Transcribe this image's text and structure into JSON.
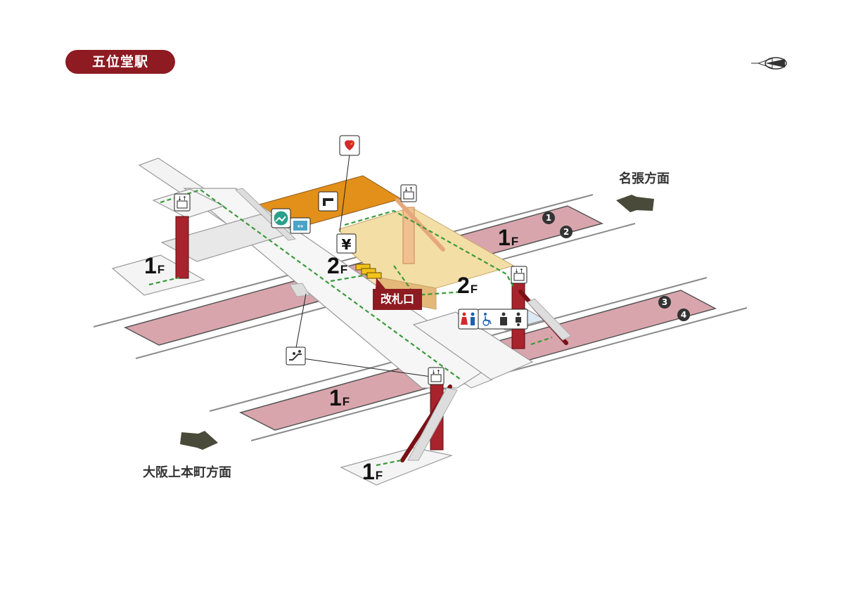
{
  "station_name": "五位堂駅",
  "directions": {
    "east": "名張方面",
    "west": "大阪上本町方面"
  },
  "floors": {
    "ground_number": "1",
    "upper_number": "2",
    "suffix": "F"
  },
  "gate_label": "改札口",
  "platform_tracks": [
    "1",
    "2",
    "3",
    "4"
  ],
  "icons": [
    "compass-icon",
    "aed-icon",
    "shop-icon",
    "exchange-icon",
    "transfer-sign-icon",
    "atm-yen-icon",
    "ticket-gate-icon",
    "elevator-icon",
    "escalator-icon",
    "toilet-icon",
    "accessible-icon",
    "ostomate-icon",
    "baby-care-icon",
    "stairs-icon",
    "direction-arrow-icon"
  ],
  "colors": {
    "brand": "#8e1b22",
    "platform": "#d9a5ad",
    "concourse_orange": "#e3901a",
    "concourse_beige": "#f3dea6",
    "walkway": "#f2f2f2",
    "route": "#3a9a3a"
  }
}
